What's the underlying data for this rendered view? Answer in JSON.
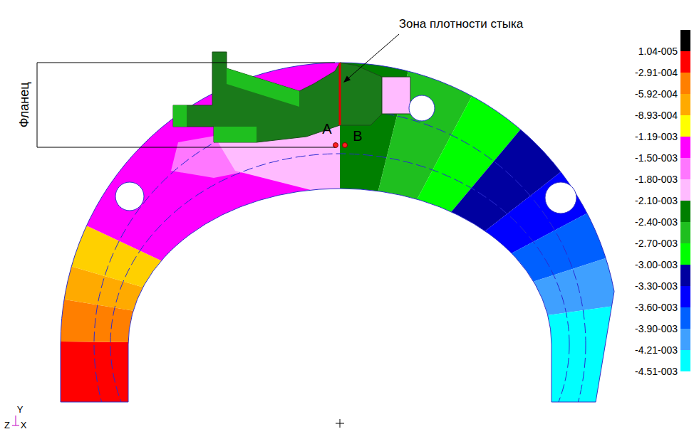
{
  "diagram": {
    "labels": [
      "Фланец",
      "Зона плотности стыка",
      "A",
      "B",
      "Y",
      "Z",
      "X"
    ],
    "legend": [
      {
        "text": "1.04-005",
        "color": "#000000"
      },
      {
        "text": "-2.91-004",
        "color": "#ff0000"
      },
      {
        "text": "-5.92-004",
        "color": "#ff7f00"
      },
      {
        "text": "-8.93-004",
        "color": "#ffaa00"
      },
      {
        "text": "-1.19-003",
        "color": "#ffff00"
      },
      {
        "text": "-1.50-003",
        "color": "#ff00ff"
      },
      {
        "text": "-1.80-003",
        "color": "#ff77ff"
      },
      {
        "text": "-2.10-003",
        "color": "#ffbbff"
      },
      {
        "text": "-2.40-003",
        "color": "#007f00"
      },
      {
        "text": "-2.70-003",
        "color": "#1fbf1f"
      },
      {
        "text": "-3.00-003",
        "color": "#00ff00"
      },
      {
        "text": "-3.30-003",
        "color": "#0000a0"
      },
      {
        "text": "-3.60-003",
        "color": "#0000ff"
      },
      {
        "text": "-3.90-003",
        "color": "#0060ff"
      },
      {
        "text": "-4.21-003",
        "color": "#3fa0ff"
      },
      {
        "text": "-4.51-003",
        "color": "#00ffff"
      }
    ]
  }
}
